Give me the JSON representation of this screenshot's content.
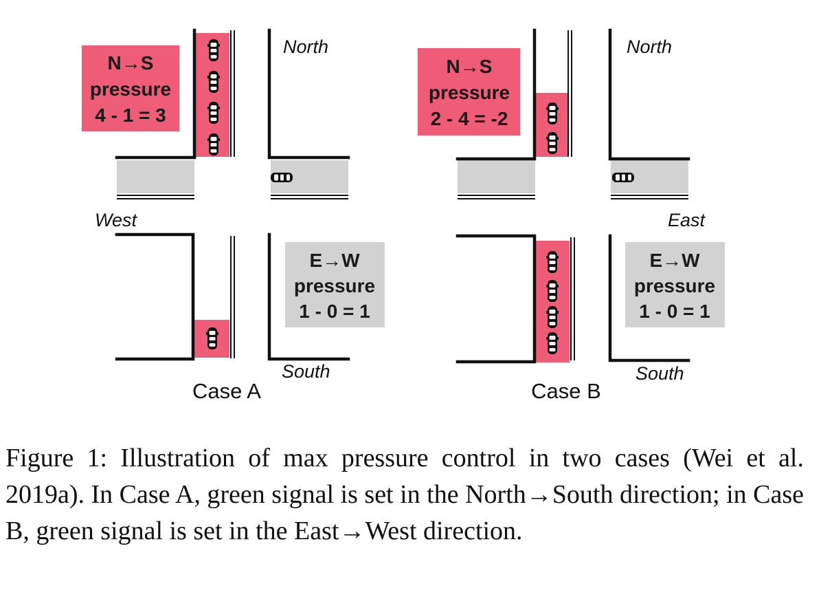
{
  "colors": {
    "queue_pink": "#ee5c78",
    "lane_gray": "#d2d2d2",
    "wall_black": "#111111"
  },
  "diagram": {
    "case_a": {
      "label": "Case A",
      "directions": {
        "north": "North",
        "west": "West",
        "south": "South"
      },
      "ns_box": {
        "line1": "N→S",
        "line2": "pressure",
        "line3": "4 - 1 = 3"
      },
      "ew_box": {
        "line1": "E→W",
        "line2": "pressure",
        "line3": "1 - 0 = 1"
      },
      "queues": {
        "north_incoming": 4,
        "south_outgoing": 1,
        "east_incoming": 1,
        "west_outgoing": 0
      }
    },
    "case_b": {
      "label": "Case B",
      "directions": {
        "north": "North",
        "east": "East",
        "south": "South"
      },
      "ns_box": {
        "line1": "N→S",
        "line2": "pressure",
        "line3": "2 - 4 = -2"
      },
      "ew_box": {
        "line1": "E→W",
        "line2": "pressure",
        "line3": "1 - 0 = 1"
      },
      "queues": {
        "north_incoming": 2,
        "south_outgoing": 4,
        "east_incoming": 1,
        "west_outgoing": 0
      }
    }
  },
  "caption": "Figure 1: Illustration of max pressure control in two cases (Wei et al. 2019a). In Case A, green signal is set in the North→South direction; in Case B, green signal is set in the East→West direction."
}
